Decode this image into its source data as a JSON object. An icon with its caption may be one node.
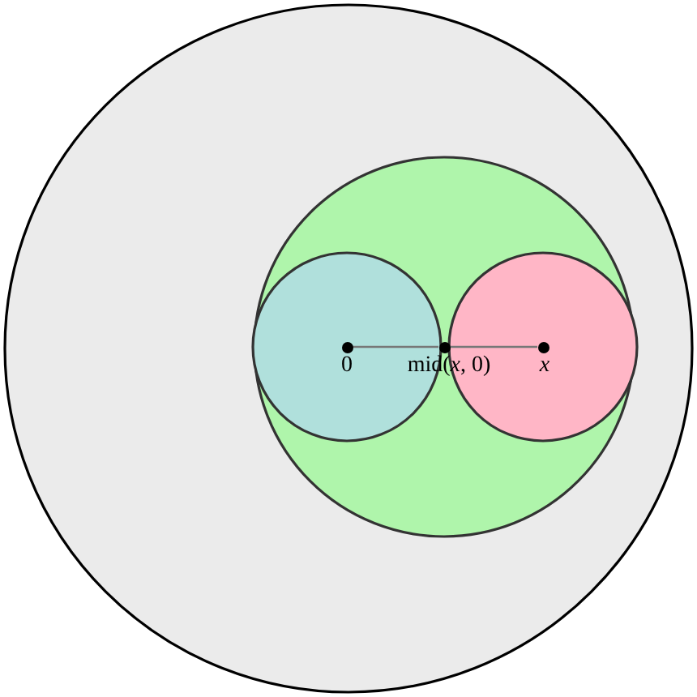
{
  "diagram": {
    "nodes": [
      {
        "text": [],
        "shape": "circle"
      },
      {
        "text": [],
        "shape": "circle",
        "in": 0
      },
      {
        "text": [],
        "shape": "circle",
        "in": 1
      },
      {
        "text": [],
        "shape": "circle",
        "in": 1
      },
      {
        "text": [
          "0"
        ],
        "in": 2
      },
      {
        "text": [
          "mid(*x*, 0)"
        ],
        "in": 1
      },
      {
        "text": [
          "x"
        ],
        "in": 3
      }
    ],
    "edges": [
      {
        "from": 4,
        "to": 5,
        "arrow": "none"
      },
      {
        "from": 5,
        "to": 6,
        "arrow": "none"
      }
    ]
  }
}
